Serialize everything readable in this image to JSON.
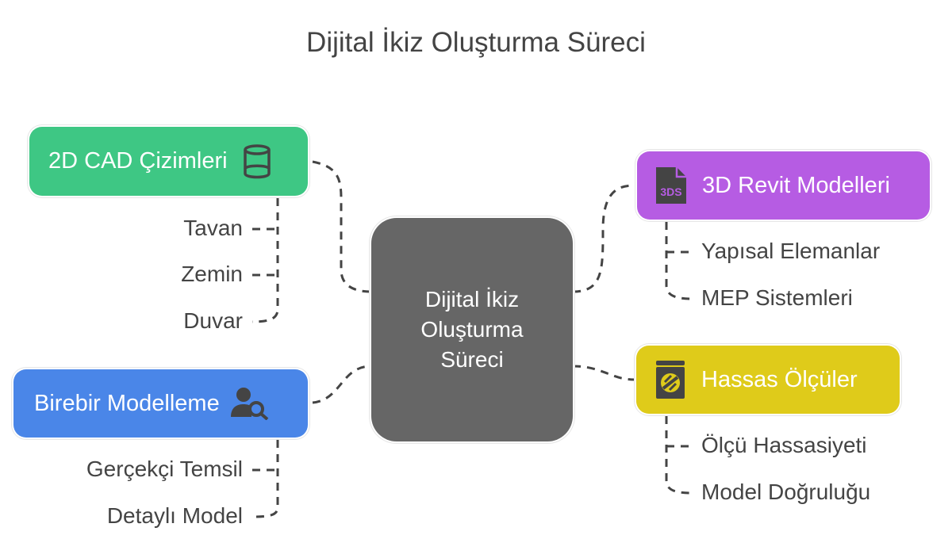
{
  "title": "Dijital İkiz Oluşturma Süreci",
  "center": {
    "lines": [
      "Dijital İkiz",
      "Oluşturma",
      "Süreci"
    ]
  },
  "branches": [
    {
      "label": "2D CAD Çizimleri",
      "icon": "cylinder-icon",
      "color": "#3ec784",
      "items": [
        "Tavan",
        "Zemin",
        "Duvar"
      ]
    },
    {
      "label": "Birebir Modelleme",
      "icon": "user-search-icon",
      "color": "#4a86e8",
      "items": [
        "Gerçekçi Temsil",
        "Detaylı Model"
      ]
    },
    {
      "label": "3D Revit Modelleri",
      "icon": "3ds-file-icon",
      "icon_text": "3DS",
      "color": "#b65ce3",
      "items": [
        "Yapısal Elemanlar",
        "MEP Sistemleri"
      ]
    },
    {
      "label": "Hassas Ölçüler",
      "icon": "measure-tool-icon",
      "color": "#dfcb1a",
      "items": [
        "Ölçü Hassasiyeti",
        "Model Doğruluğu"
      ]
    }
  ]
}
